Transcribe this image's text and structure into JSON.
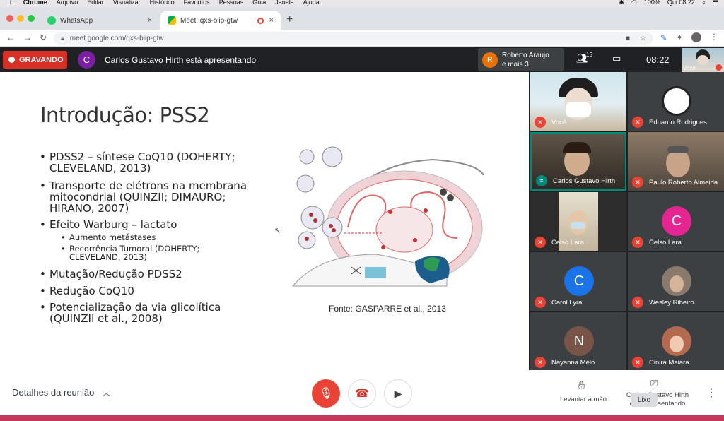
{
  "menubar": {
    "apple": "",
    "app": "Chrome",
    "items": [
      "Arquivo",
      "Editar",
      "Visualizar",
      "Histórico",
      "Favoritos",
      "Pessoas",
      "Guia",
      "Janela",
      "Ajuda"
    ],
    "battery": "100%",
    "clock": "Qui 08:22"
  },
  "tabs": [
    {
      "label": "WhatsApp",
      "close": "×"
    },
    {
      "label": "Meet: qxs-biip-gtw",
      "close": "×"
    }
  ],
  "new_tab": "+",
  "omnibox": {
    "url": "meet.google.com/qxs-biip-gtw"
  },
  "meet": {
    "recording_label": "GRAVANDO",
    "presenter_initial": "C",
    "presenter_text": "Carlos Gustavo Hirth está apresentando",
    "raised": {
      "initial": "R",
      "line1": "Roberto Araujo",
      "line2": "e mais 3"
    },
    "participant_count": "15",
    "time": "08:22",
    "self_label": "Você"
  },
  "slide": {
    "title": "Introdução: PSS2",
    "bullets": [
      "PDSS2 – síntese CoQ10 (DOHERTY; CLEVELAND, 2013)",
      "Transporte de elétrons na membrana mitocondrial (QUINZII; DIMAURO; HIRANO, 2007)",
      "Efeito Warburg – lactato",
      "Mutação/Redução PDSS2",
      "Redução CoQ10",
      "Potencialização da via glicolítica (QUINZII et al., 2008)"
    ],
    "sub_bullets": [
      "Aumento metástases",
      "Recorrência Tumoral (DOHERTY; CLEVELAND, 2013)"
    ],
    "source": "Fonte: GASPARRE et al., 2013"
  },
  "participants": [
    {
      "name": "Você",
      "initial": "",
      "color": ""
    },
    {
      "name": "Eduardo Rodrigues",
      "initial": "",
      "color": ""
    },
    {
      "name": "Carlos Gustavo Hirth",
      "initial": "",
      "color": ""
    },
    {
      "name": "Paulo Roberto Almeida",
      "initial": "",
      "color": ""
    },
    {
      "name": "Celso Lara",
      "initial": "",
      "color": ""
    },
    {
      "name": "Celso Lara",
      "initial": "C",
      "color": "#e52592"
    },
    {
      "name": "Carol Lyra",
      "initial": "C",
      "color": "#1a73e8"
    },
    {
      "name": "Wesley Ribeiro",
      "initial": "",
      "color": ""
    },
    {
      "name": "Nayanna Melo",
      "initial": "N",
      "color": "#795548"
    },
    {
      "name": "Cinira Maiara",
      "initial": "",
      "color": ""
    }
  ],
  "bottom": {
    "details": "Detalhes da reunião",
    "raise_hand": "Levantar a mão",
    "present_line1": "Carlos Gustavo Hirth",
    "present_line2": "está apresentando",
    "tooltip": "Lixo"
  }
}
